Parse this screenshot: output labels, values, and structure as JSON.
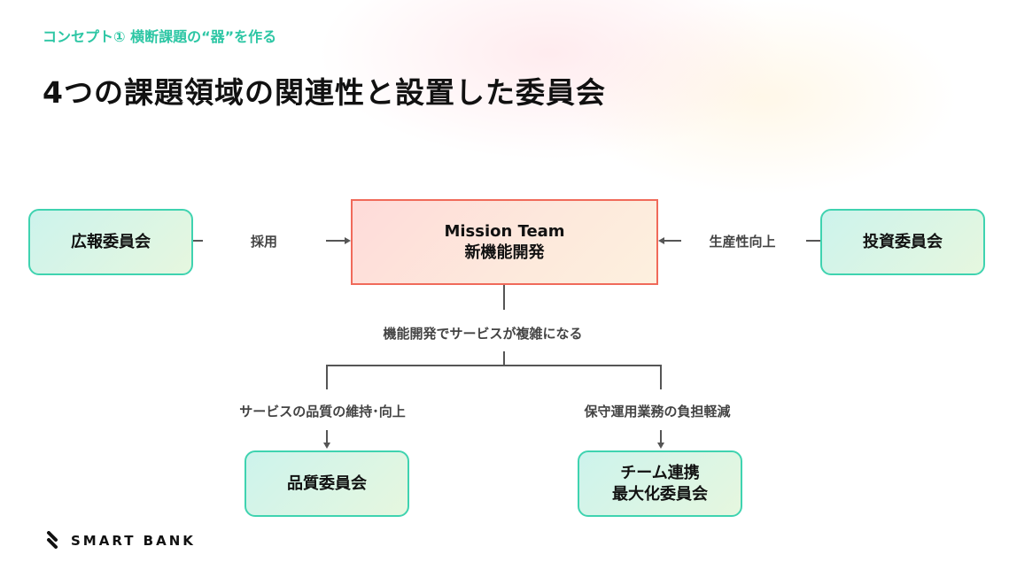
{
  "header": {
    "subtitle": "コンセプト① 横断課題の“器”を作る",
    "title": "4つの課題領域の関連性と設置した委員会"
  },
  "diagram": {
    "left_box": "広報委員会",
    "left_label": "採用",
    "right_box": "投資委員会",
    "right_label": "生産性向上",
    "center_line1": "Mission Team",
    "center_line2": "新機能開発",
    "middle_label": "機能開発でサービスが複雑になる",
    "bottom_left_label": "サービスの品質の維持･向上",
    "bottom_left_box": "品質委員会",
    "bottom_right_label": "保守運用業務の負担軽減",
    "bottom_right_box_line1": "チーム連携",
    "bottom_right_box_line2": "最大化委員会"
  },
  "footer": {
    "logo": "SMART BANK"
  }
}
